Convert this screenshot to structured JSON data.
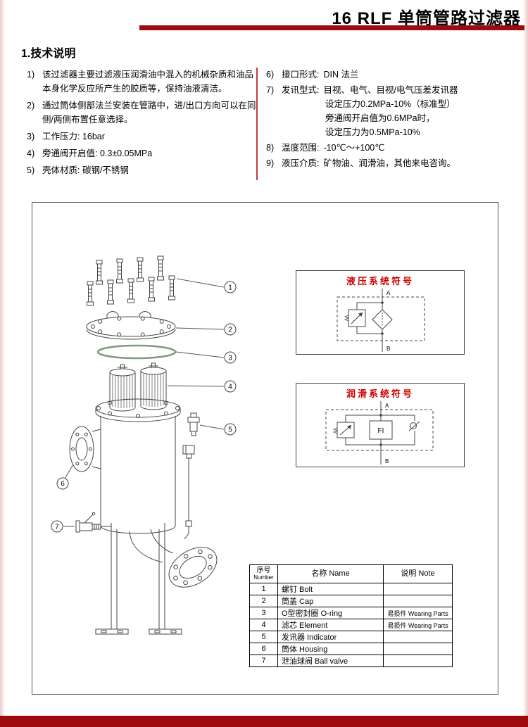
{
  "header": {
    "title": "16 RLF 单筒管路过滤器"
  },
  "section": {
    "title": "1.技术说明"
  },
  "specs_left": [
    {
      "num": "1)",
      "text": "该过滤器主要过滤液压润滑油中混入的机械杂质和油品本身化学反应所产生的胶质等，保持油液清洁。"
    },
    {
      "num": "2)",
      "text": "通过筒体侧部法兰安装在管路中，进/出口方向可以在同侧/两侧布置任意选择。"
    },
    {
      "num": "3)",
      "text": "工作压力: 16bar"
    },
    {
      "num": "4)",
      "text": "旁通阀开启值: 0.3±0.05MPa"
    },
    {
      "num": "5)",
      "text": "壳体材质: 碳钢/不锈钢"
    }
  ],
  "specs_right": [
    {
      "num": "6)",
      "label": "接口形式:",
      "lines": [
        "DIN 法兰"
      ]
    },
    {
      "num": "7)",
      "label": "发讯型式:",
      "lines": [
        "目视、电气、目视/电气压差发讯器",
        "设定压力0.2MPa-10%（标准型）",
        "旁通阀开启值为0.6MPa时，",
        "设定压力为0.5MPa-10%"
      ]
    },
    {
      "num": "8)",
      "label": "温度范围:",
      "lines": [
        "-10℃～+100℃"
      ]
    },
    {
      "num": "9)",
      "label": "液压介质:",
      "lines": [
        "矿物油、润滑油，其他来电咨询。"
      ]
    }
  ],
  "callouts": [
    "1",
    "2",
    "3",
    "4",
    "5",
    "6",
    "7"
  ],
  "symbols": {
    "box1_title": "液压系统符号",
    "box2_title": "润滑系统符号",
    "port_a": "A",
    "port_b": "B",
    "fi_label": "FI"
  },
  "table": {
    "headers": {
      "no_cn": "序号",
      "no_en": "Number",
      "name": "名称 Name",
      "note": "说明 Note"
    },
    "rows": [
      {
        "no": "1",
        "name": "螺钉 Bolt",
        "note": ""
      },
      {
        "no": "2",
        "name": "筒盖 Cap",
        "note": ""
      },
      {
        "no": "3",
        "name": "O型密封圈 O-ring",
        "note": "易损件 Wearing Parts"
      },
      {
        "no": "4",
        "name": "滤芯 Element",
        "note": "易损件 Wearing Parts"
      },
      {
        "no": "5",
        "name": "发讯器 Indicator",
        "note": ""
      },
      {
        "no": "6",
        "name": "筒体 Housing",
        "note": ""
      },
      {
        "no": "7",
        "name": "泄油球阀 Ball valve",
        "note": ""
      }
    ]
  },
  "colors": {
    "accent_red": "#9e0b0f",
    "symbol_title_red": "#cc0000",
    "oring_green": "#7a9a7a"
  }
}
